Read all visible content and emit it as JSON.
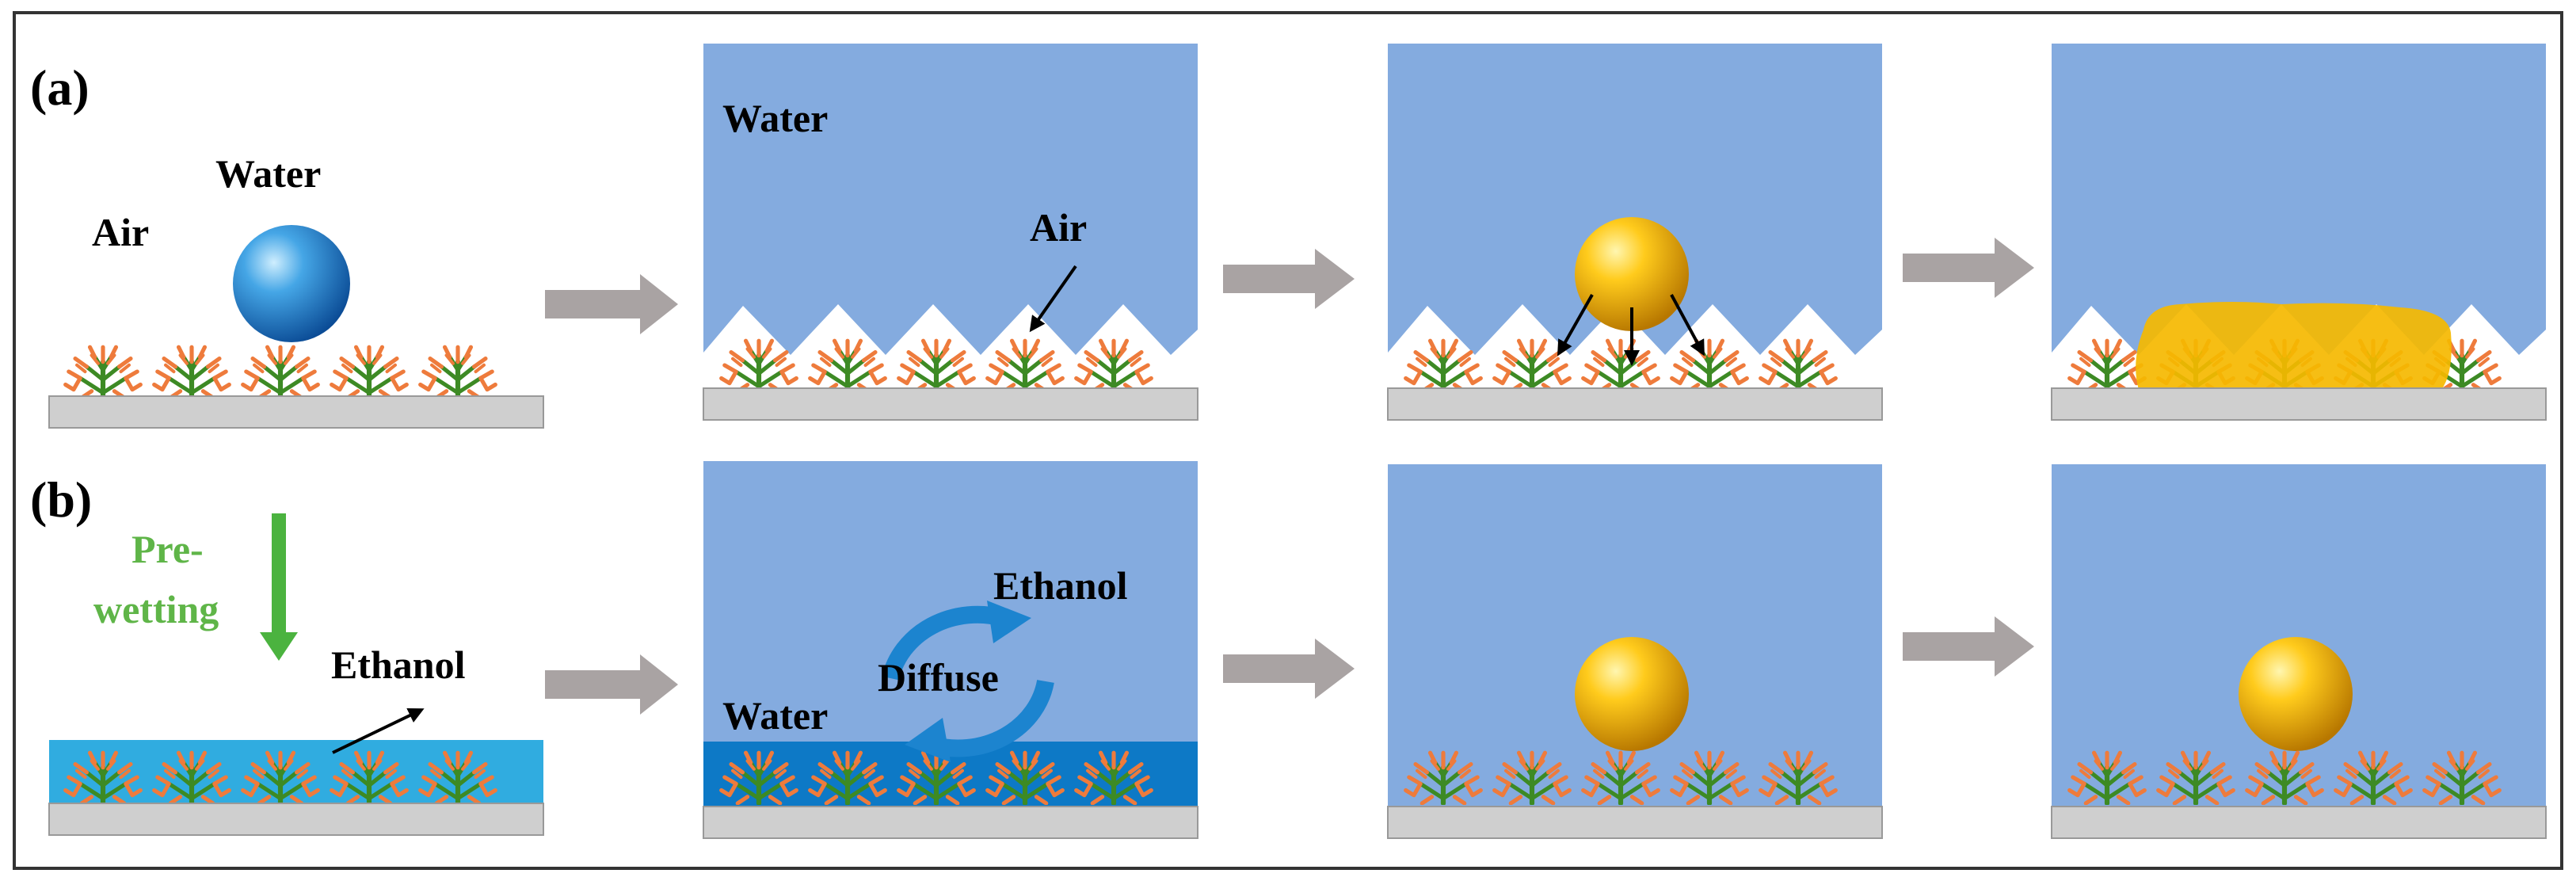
{
  "panels": {
    "a": {
      "tag": "(a)",
      "step1": {
        "droplet_label": "Water",
        "medium_label": "Air"
      },
      "step2": {
        "medium_label": "Water",
        "trapped_label": "Air"
      }
    },
    "b": {
      "tag": "(b)",
      "step1": {
        "process_line1": "Pre-",
        "process_line2": "wetting",
        "liquid_label": "Ethanol"
      },
      "step2": {
        "top_label": "Ethanol",
        "cycle_label": "Diffuse",
        "bottom_label": "Water"
      }
    }
  },
  "colors": {
    "water_bg": "#84abdf",
    "ethanol_layer": "#30ace0",
    "ethanol_layer_dark": "#0d79c6",
    "substrate": "#cfcfcf",
    "oil_drop": "#f5b800",
    "water_drop": "#2f8ed6",
    "process_arrow": "#a9a3a3",
    "prewet_arrow": "#4bb33f",
    "fiber_orange": "#ee7b3c",
    "fiber_green": "#3d8a24"
  }
}
